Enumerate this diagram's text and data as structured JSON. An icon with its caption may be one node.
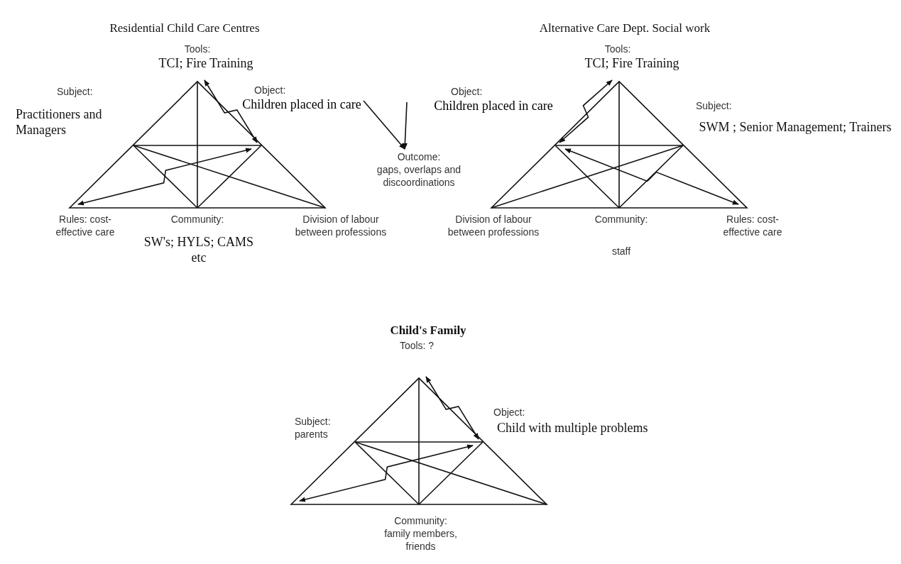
{
  "diagram": {
    "nodes": [
      {
        "text": [
          "Object:",
          "Children placed in care"
        ]
      },
      {
        "text": [
          "Object:",
          "Children placed in care"
        ]
      },
      {
        "text": [
          "Outcome:",
          "gaps, overlaps and discoordinations"
        ]
      }
    ],
    "edges": [
      {
        "from": 0,
        "to": 2,
        "arrow": "to"
      },
      {
        "from": 1,
        "to": 2,
        "arrow": "to"
      }
    ],
    "labels": [
      "Residential Child Care Centres",
      "Alternative Care Dept. Social work",
      "Tools:",
      "TCI; Fire Training",
      "Subject:",
      "Practitioners and Managers",
      "Rules: cost-effective care",
      "Community:",
      "SW's; HYLS; CAMS etc",
      "Division of labour between professions",
      "Tools:",
      "TCI; Fire Training",
      "Subject:",
      "SWM ; Senior Management; Trainers",
      "Division of labour between professions",
      "Community:",
      "staff",
      "Rules: cost-effective care",
      "Child's Family",
      "Tools: ?",
      "Subject: parents",
      "Object:",
      "Child with multiple problems",
      "Community: family members, friends"
    ]
  }
}
